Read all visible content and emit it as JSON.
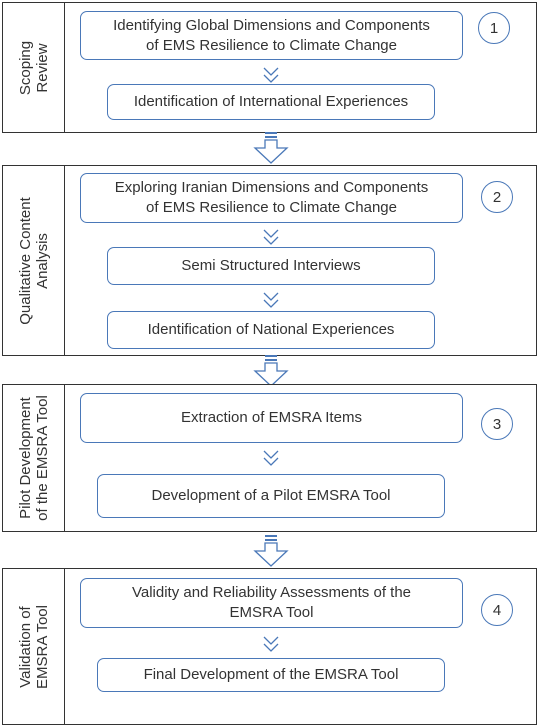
{
  "phases": [
    {
      "label": "Scoping\nReview",
      "number": "1",
      "boxes": [
        "Identifying Global Dimensions and Components\nof EMS Resilience to Climate Change",
        "Identification of International Experiences"
      ]
    },
    {
      "label": "Qualitative Content\nAnalysis",
      "number": "2",
      "boxes": [
        "Exploring Iranian Dimensions and Components\nof EMS Resilience to Climate Change",
        "Semi Structured Interviews",
        "Identification of National Experiences"
      ]
    },
    {
      "label": "Pilot Development\nof the EMSRA Tool",
      "number": "3",
      "boxes": [
        "Extraction of EMSRA Items",
        "Development of a Pilot EMSRA Tool"
      ]
    },
    {
      "label": "Validation of\nEMSRA Tool",
      "number": "4",
      "boxes": [
        "Validity and Reliability Assessments of the\nEMSRA Tool",
        "Final Development of the EMSRA Tool"
      ]
    }
  ],
  "colors": {
    "box_border": "#4a78b8",
    "frame": "#333333",
    "arrow": "#4a78b8",
    "text": "#333333"
  },
  "icons": {
    "step_connector": "chevron-down-icon",
    "phase_connector": "block-arrow-down-icon"
  }
}
